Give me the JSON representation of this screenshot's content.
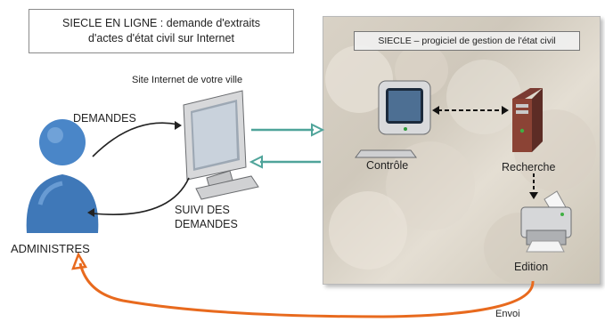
{
  "title_box": {
    "line1": "SIECLE EN LIGNE : demande d'extraits",
    "line2": "d'actes d'état civil sur Internet"
  },
  "panel": {
    "title": "SIECLE – progiciel de gestion de l'état civil"
  },
  "labels": {
    "site": "Site Internet de votre ville",
    "demandes": "DEMANDES",
    "suivi_line1": "SUIVI DES",
    "suivi_line2": "DEMANDES",
    "administres": "ADMINISTRES",
    "controle": "Contrôle",
    "recherche": "Recherche",
    "edition": "Edition",
    "envoi": "Envoi"
  },
  "icons": [
    "user-icon",
    "monitor-icon",
    "computer-icon",
    "server-icon",
    "printer-icon"
  ],
  "colors": {
    "accent_arrow": "#e86a1e",
    "teal_arrow": "#4fa49a",
    "user_blue": "#4a86c8"
  }
}
